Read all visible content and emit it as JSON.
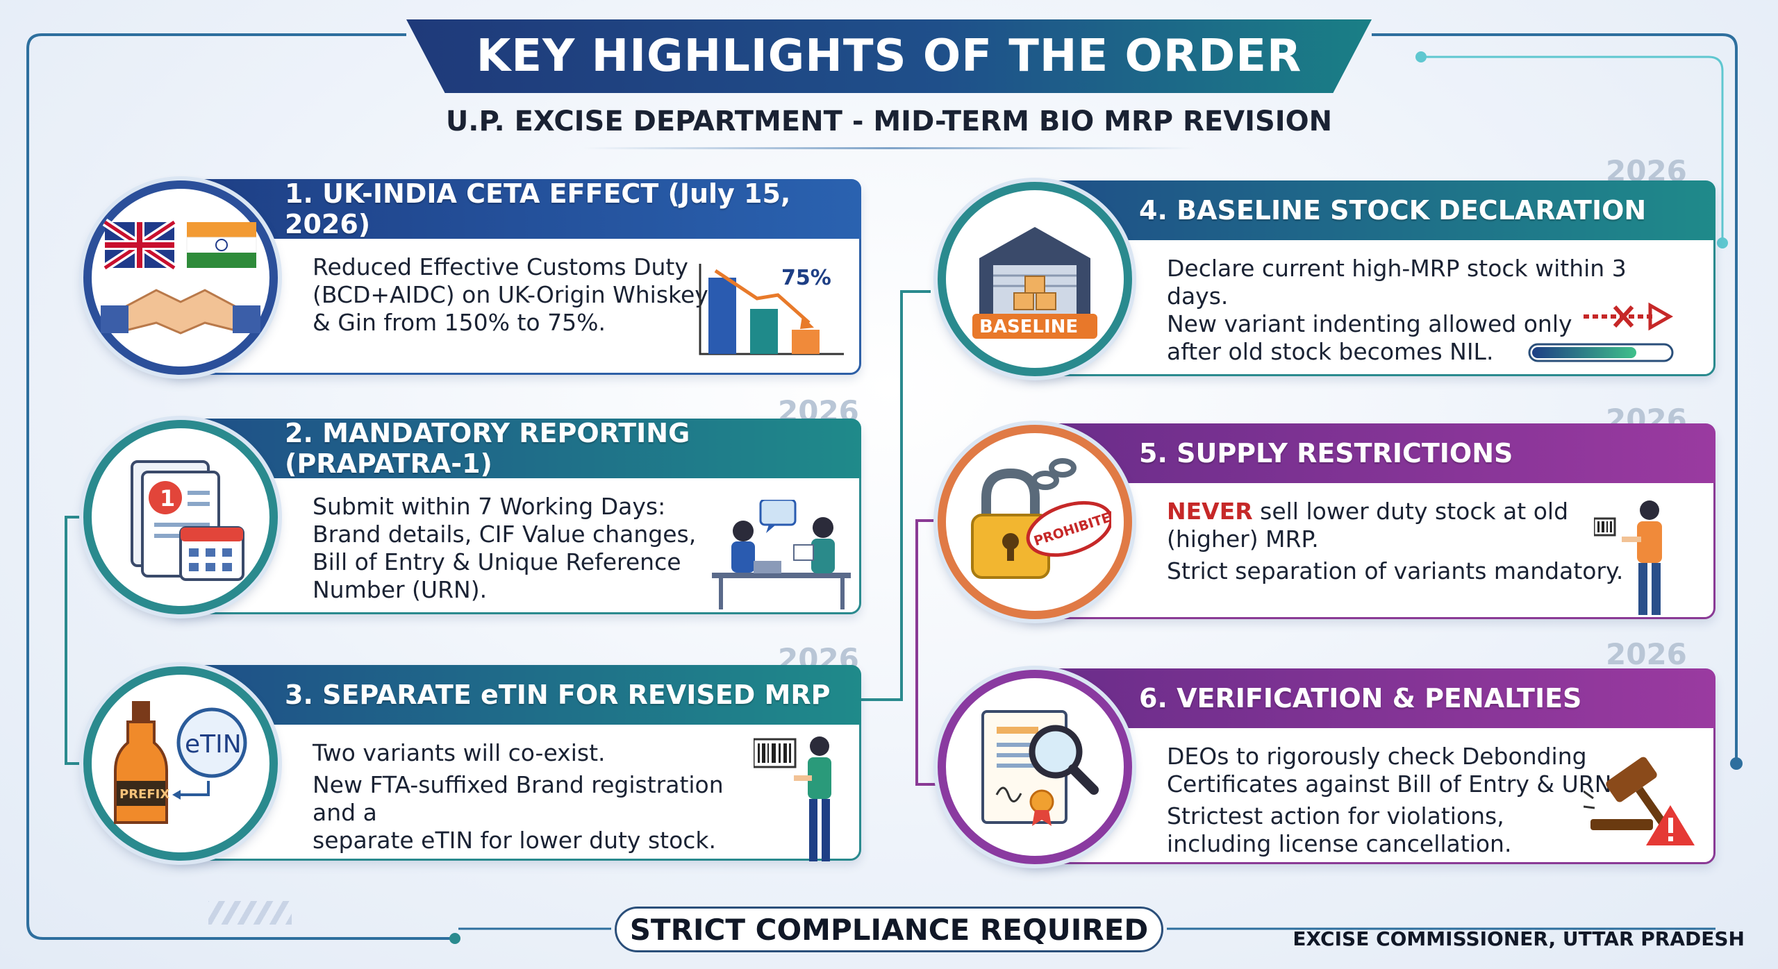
{
  "title": "KEY HIGHLIGHTS OF THE ORDER",
  "subtitle": "U.P. EXCISE DEPARTMENT - MID-TERM BIO MRP REVISION",
  "colors": {
    "navy": "#1f3a7a",
    "teal": "#1a7f86",
    "purple": "#8a3a95",
    "red": "#c62828",
    "orange": "#e07a45"
  },
  "cards": [
    {
      "heading": "1. UK-INDIA CETA EFFECT (July 15, 2026)",
      "lines": [
        "Reduced Effective Customs Duty",
        "(BCD+AIDC) on UK-Origin Whiskey",
        "& Gin from 150% to 75%."
      ],
      "icon": "handshake-flags-icon",
      "chart_label": "75%"
    },
    {
      "year": "2026",
      "heading": "2. MANDATORY REPORTING (PRAPATRA-1)",
      "lines": [
        "Submit within 7 Working Days:",
        "Brand details, CIF Value changes,",
        "Bill of Entry & Unique Reference",
        "Number (URN)."
      ],
      "icon": "document-calendar-icon",
      "badge": "1"
    },
    {
      "year": "2026",
      "heading": "3. SEPARATE eTIN FOR REVISED MRP",
      "lines": [
        "Two variants will co-exist.",
        "New FTA-suffixed Brand registration and a",
        "separate eTIN for lower duty stock."
      ],
      "icon": "bottle-etin-icon",
      "bottle_label": "PREFIX",
      "bubble_label": "eTIN"
    },
    {
      "year": "2026",
      "heading": "4. BASELINE STOCK DECLARATION",
      "lines": [
        "Declare current high-MRP stock within 3 days.",
        "New variant indenting allowed only",
        "after old stock becomes NIL."
      ],
      "icon": "warehouse-icon",
      "badge": "BASELINE"
    },
    {
      "year": "2026",
      "heading": "5. SUPPLY RESTRICTIONS",
      "never": "NEVER",
      "line1_rest": " sell lower duty stock at old",
      "lines": [
        "(higher) MRP.",
        "Strict separation of variants mandatory."
      ],
      "icon": "padlock-chain-icon",
      "stamp": "PROHIBITED"
    },
    {
      "year": "2026",
      "heading": "6. VERIFICATION & PENALTIES",
      "lines": [
        "DEOs to rigorously check Debonding",
        "Certificates against Bill of Entry & URN.",
        "Strictest action for violations,",
        "including license cancellation."
      ],
      "icon": "certificate-magnifier-icon"
    }
  ],
  "footer": {
    "pill": "STRICT COMPLIANCE REQUIRED",
    "signature": "EXCISE COMMISSIONER, UTTAR PRADESH"
  }
}
